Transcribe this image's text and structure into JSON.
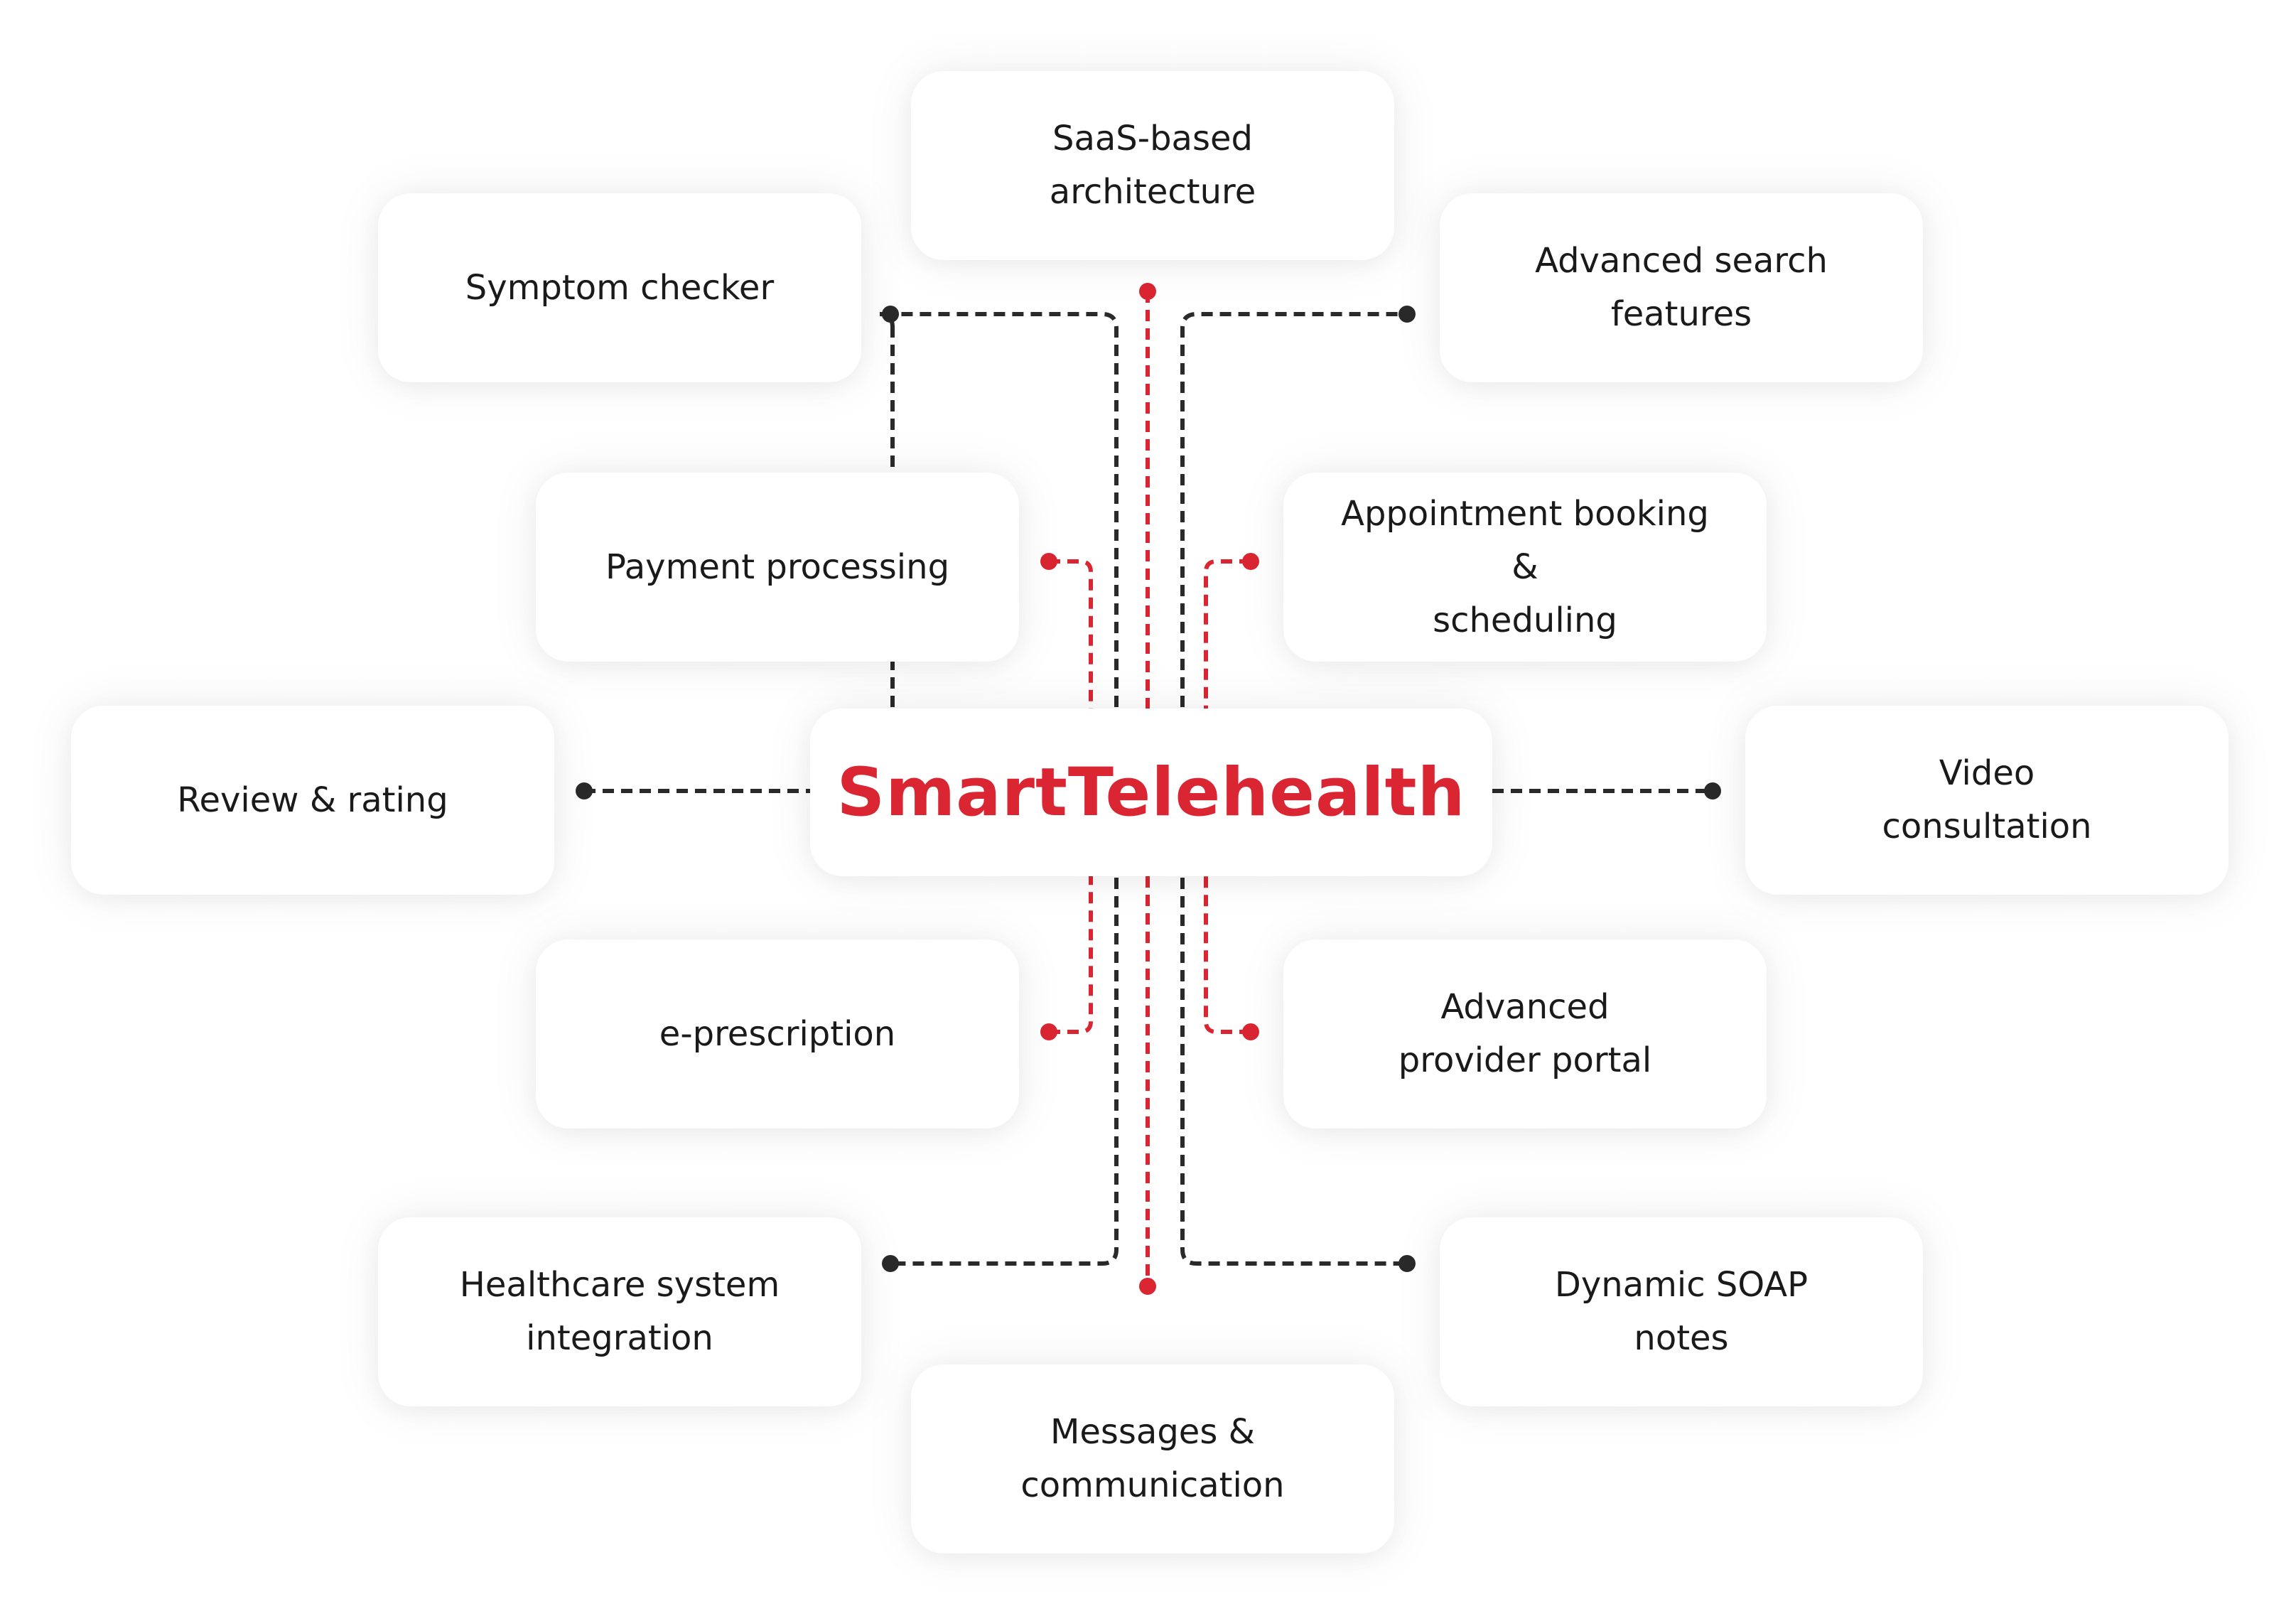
{
  "colors": {
    "accent": "#d92632",
    "line_dark": "#2a2a2a",
    "text": "#1a1a1a",
    "card_bg": "#ffffff"
  },
  "center": {
    "title": "SmartTelehealth"
  },
  "features": {
    "saas": "SaaS-based\narchitecture",
    "symptom": "Symptom checker",
    "search": "Advanced search\nfeatures",
    "payment": "Payment processing",
    "appointment": "Appointment booking &\nscheduling",
    "review": "Review & rating",
    "video": "Video\nconsultation",
    "eprescription": "e-prescription",
    "portal": "Advanced\nprovider portal",
    "healthcare": "Healthcare system\nintegration",
    "soap": "Dynamic SOAP\nnotes",
    "messages": "Messages &\ncommunication"
  }
}
